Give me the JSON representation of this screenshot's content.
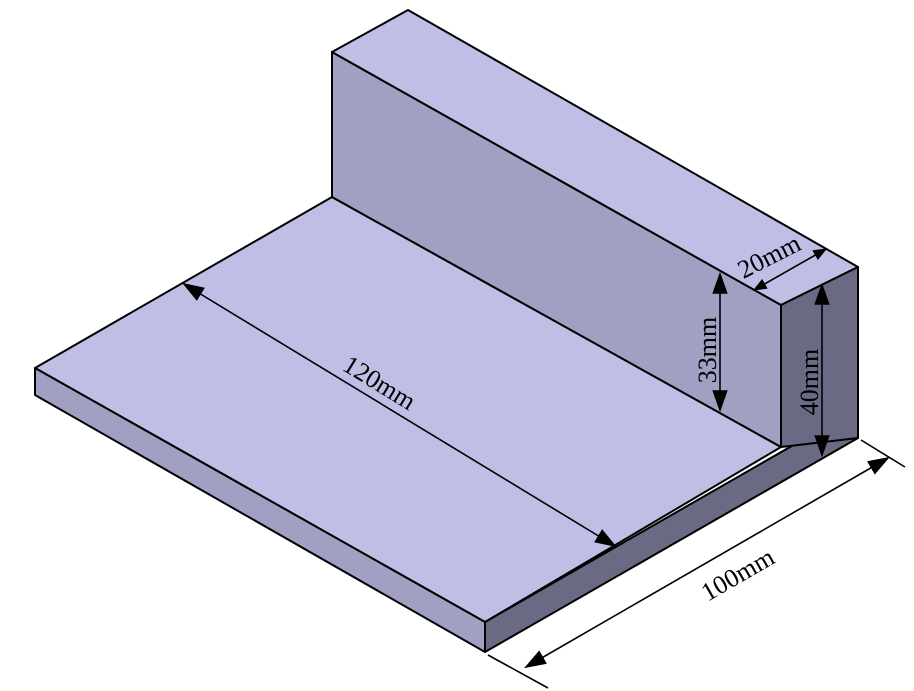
{
  "colors": {
    "top_face": "#bfbfe6",
    "front_face": "#a0a0c3",
    "side_face": "#6a6a85",
    "edge": "#000000",
    "background": "#ffffff"
  },
  "dimensions": {
    "length": "120mm",
    "width": "100mm",
    "wall_height": "33mm",
    "total_height": "40mm",
    "wall_thickness": "20mm"
  }
}
